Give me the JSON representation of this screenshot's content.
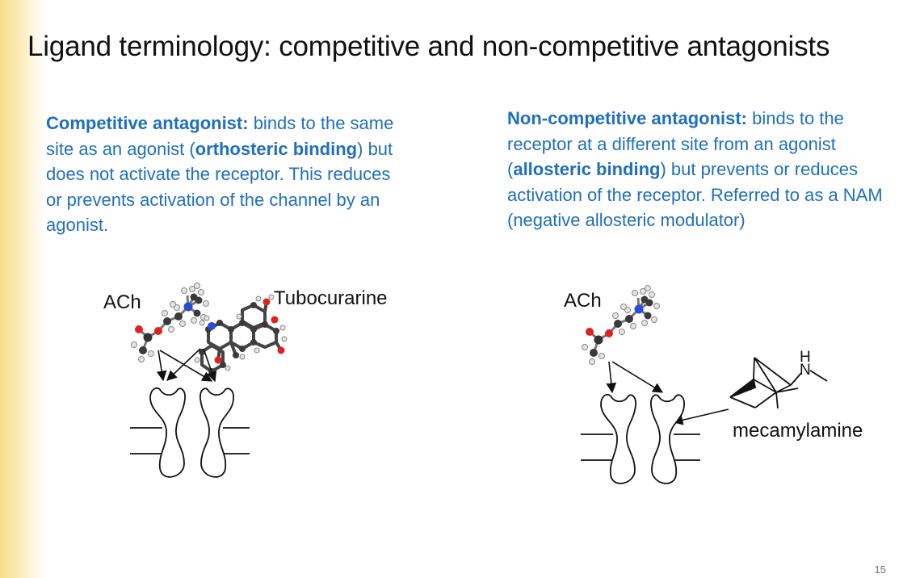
{
  "slide": {
    "title": "Ligand terminology: competitive and non-competitive antagonists",
    "page_number": "15"
  },
  "left_panel": {
    "heading": "Competitive antagonist:",
    "text_1": " binds to the same site as an agonist (",
    "bold_1": "orthosteric binding",
    "text_2": ") but does not activate the receptor. This reduces or prevents activation of the channel by an agonist.",
    "label_agonist": "ACh",
    "label_antagonist": "Tubocurarine"
  },
  "right_panel": {
    "heading": "Non-competitive antagonist:",
    "text_1": " binds to the receptor at a different site from an agonist (",
    "bold_1": "allosteric binding",
    "text_2": ") but prevents or reduces activation of the receptor. Referred to as a NAM (negative allosteric modulator)",
    "label_agonist": "ACh",
    "label_antagonist": "mecamylamine",
    "amine_h": "H",
    "amine_n": "N"
  },
  "colors": {
    "text_blue": "#1f6fbf",
    "edge_bar": "#f8dc8a"
  }
}
